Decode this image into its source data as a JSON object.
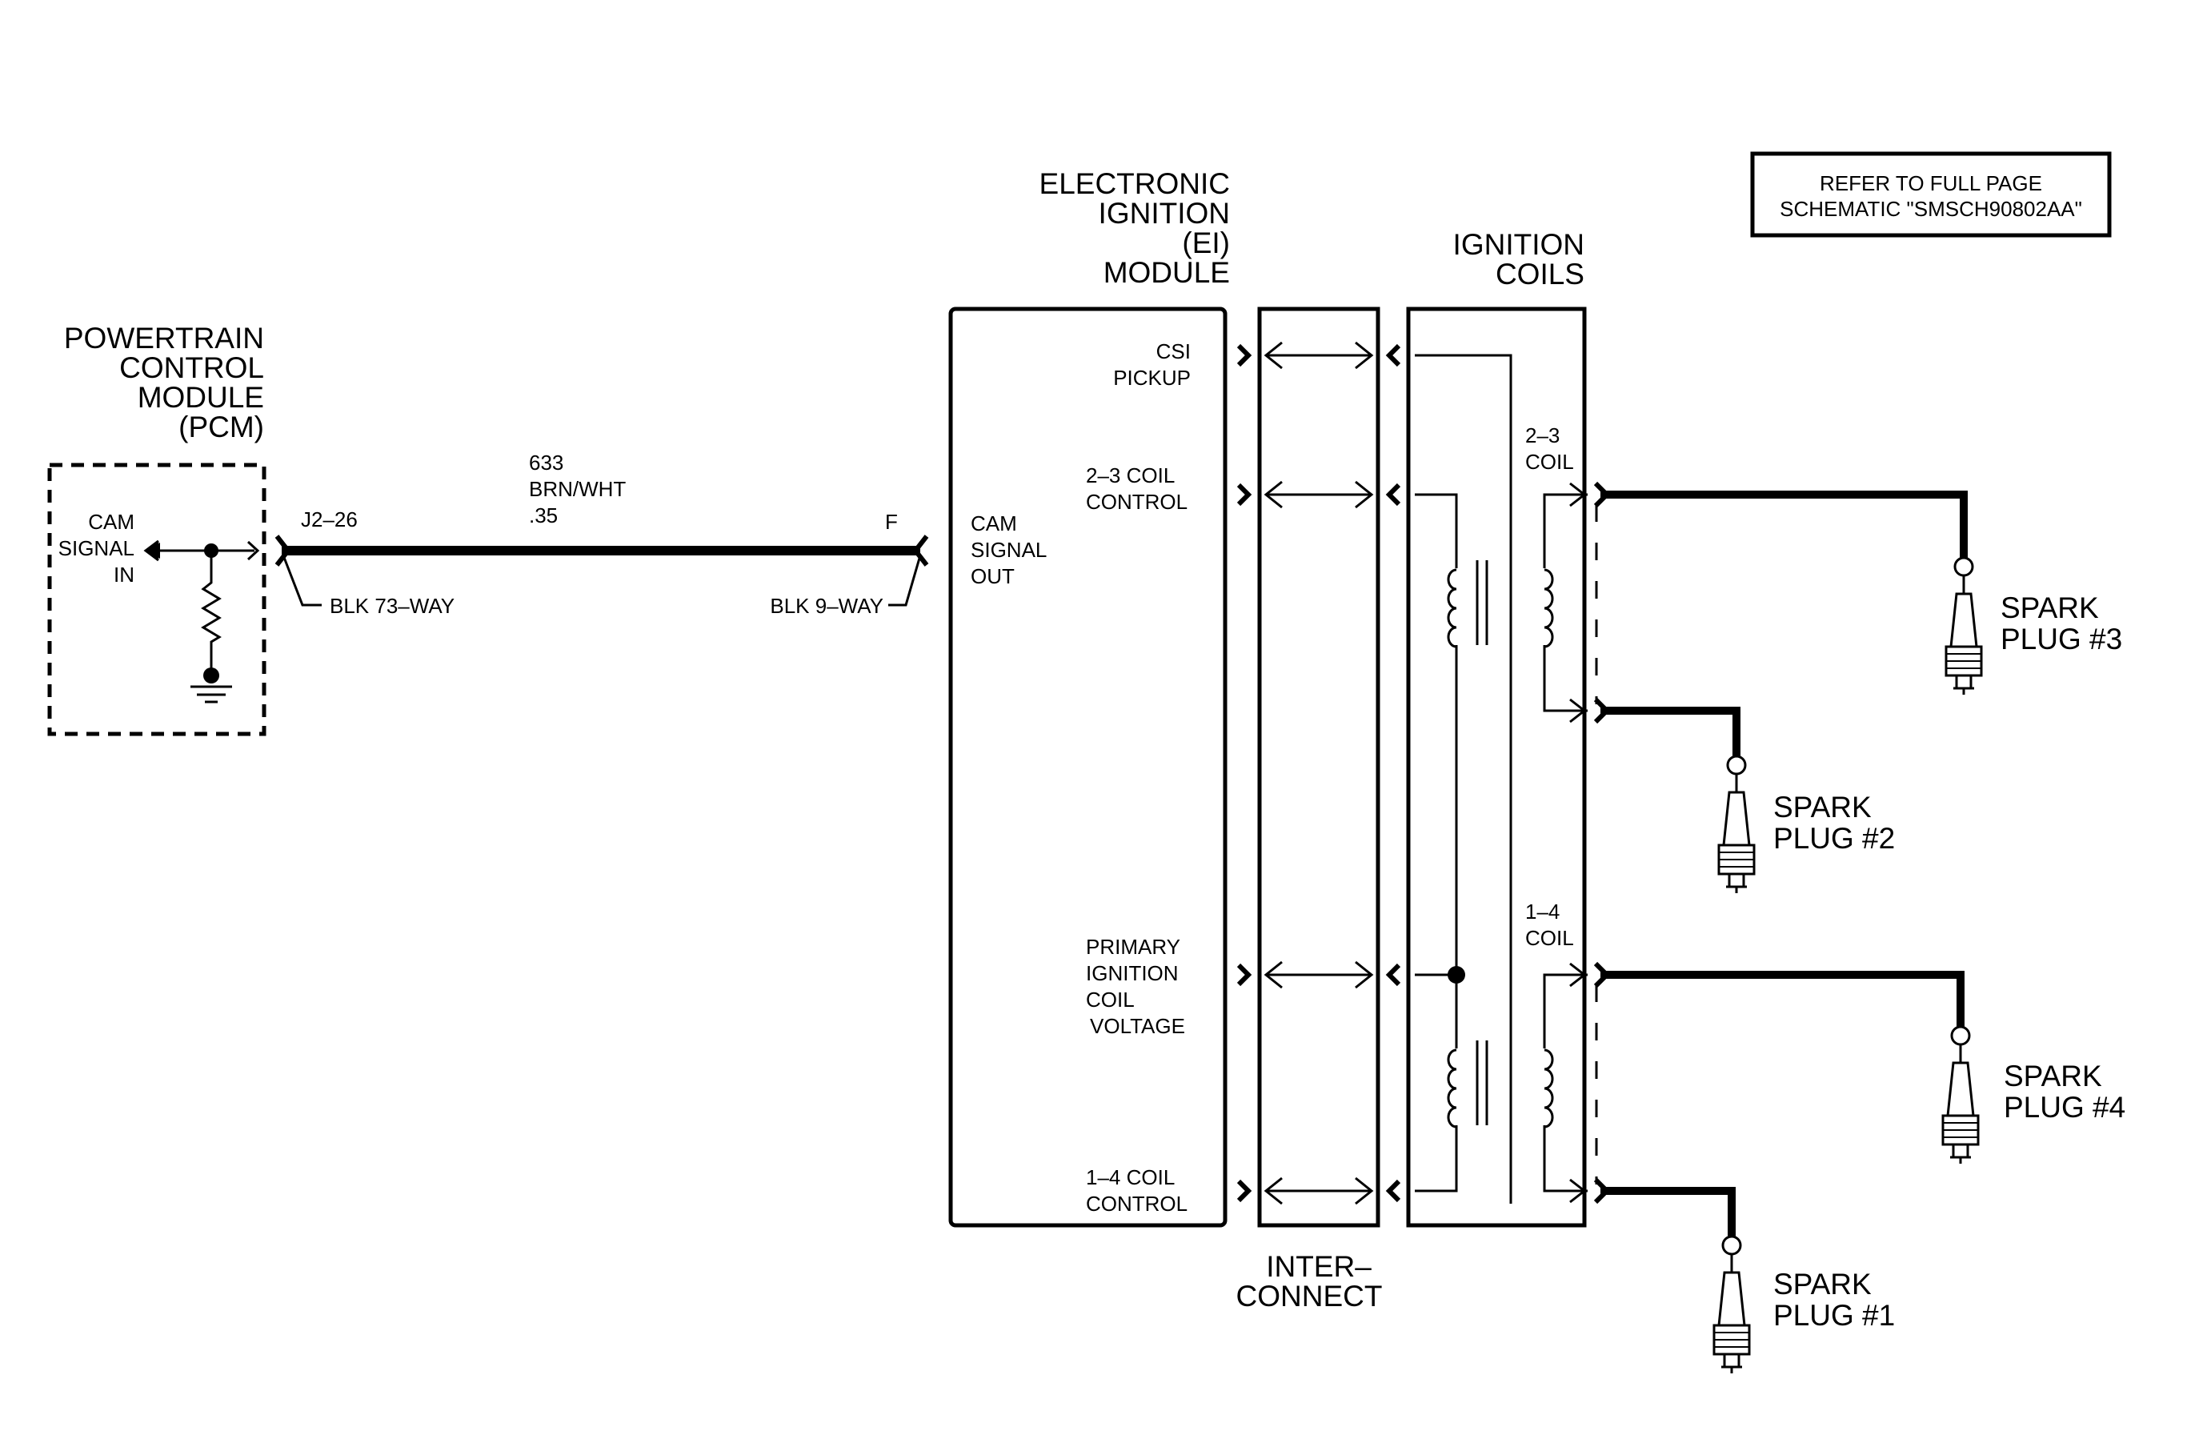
{
  "pcm": {
    "title": [
      "POWERTRAIN",
      "CONTROL",
      "MODULE",
      "(PCM)"
    ],
    "cam_signal_in": [
      "CAM",
      "SIGNAL",
      "IN"
    ]
  },
  "wire": {
    "circuit": "633",
    "color": "BRN/WHT",
    "gauge": ".35",
    "pin_pcm": "J2–26",
    "pin_ei": "F",
    "connector_pcm": "BLK 73–WAY",
    "connector_ei": "BLK 9–WAY"
  },
  "ei_module": {
    "title": [
      "ELECTRONIC",
      "IGNITION",
      "(EI)",
      "MODULE"
    ],
    "cam_signal_out": [
      "CAM",
      "SIGNAL",
      "OUT"
    ],
    "csi_pickup": [
      "CSI",
      "PICKUP"
    ],
    "coil_23_control": [
      "2–3 COIL",
      "CONTROL"
    ],
    "primary_voltage": [
      "PRIMARY",
      "IGNITION",
      "COIL",
      "VOLTAGE"
    ],
    "coil_14_control": [
      "1–4 COIL",
      "CONTROL"
    ]
  },
  "interconnect": {
    "label": [
      "INTER–",
      "CONNECT"
    ]
  },
  "ignition_coils": {
    "title": [
      "IGNITION",
      "COILS"
    ],
    "coil_23": [
      "2–3",
      "COIL"
    ],
    "coil_14": [
      "1–4",
      "COIL"
    ]
  },
  "spark_plugs": {
    "plug3": [
      "SPARK",
      "PLUG #3"
    ],
    "plug2": [
      "SPARK",
      "PLUG #2"
    ],
    "plug4": [
      "SPARK",
      "PLUG #4"
    ],
    "plug1": [
      "SPARK",
      "PLUG #1"
    ]
  },
  "refer_box": [
    "REFER TO FULL PAGE",
    "SCHEMATIC \"SMSCH90802AA\""
  ]
}
